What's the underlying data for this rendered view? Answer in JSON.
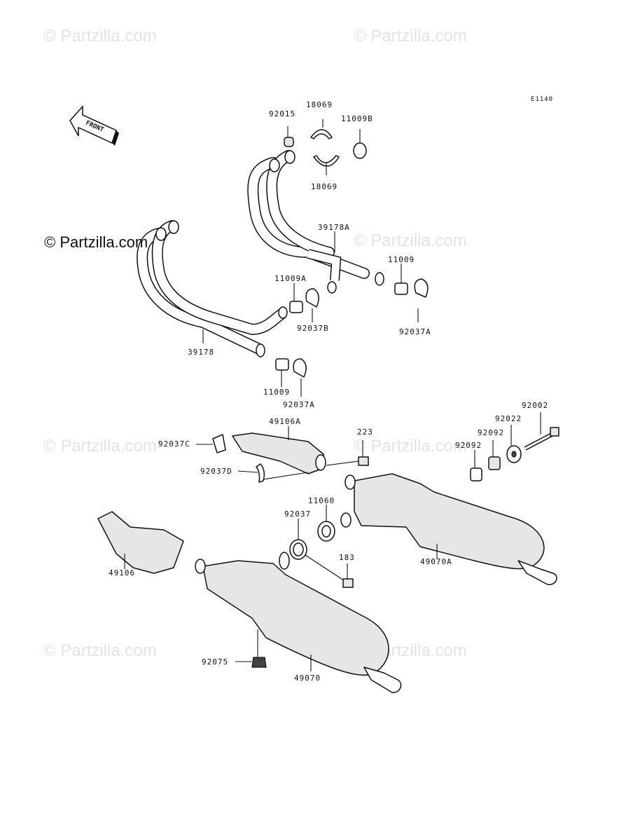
{
  "diagram_code": "E1140",
  "front_label": "FRONT",
  "watermarks": [
    "© Partzilla.com",
    "© Partzilla.com",
    "© Partzilla.com",
    "© Partzilla.com",
    "© Partzilla.com",
    "© Partzilla.com",
    "© Partzilla.com"
  ],
  "watermark_dark": "© Partzilla.com",
  "parts": [
    {
      "label": "92015"
    },
    {
      "label": "18069"
    },
    {
      "label": "11009B"
    },
    {
      "label": "18069"
    },
    {
      "label": "39178A"
    },
    {
      "label": "11009A"
    },
    {
      "label": "11009"
    },
    {
      "label": "92037B"
    },
    {
      "label": "92037A"
    },
    {
      "label": "39178"
    },
    {
      "label": "11009"
    },
    {
      "label": "92037A"
    },
    {
      "label": "49106A"
    },
    {
      "label": "223"
    },
    {
      "label": "92037C"
    },
    {
      "label": "92037D"
    },
    {
      "label": "92002"
    },
    {
      "label": "92022"
    },
    {
      "label": "92092"
    },
    {
      "label": "92092"
    },
    {
      "label": "11060"
    },
    {
      "label": "92037"
    },
    {
      "label": "49070A"
    },
    {
      "label": "183"
    },
    {
      "label": "49106"
    },
    {
      "label": "92075"
    },
    {
      "label": "49070"
    }
  ]
}
